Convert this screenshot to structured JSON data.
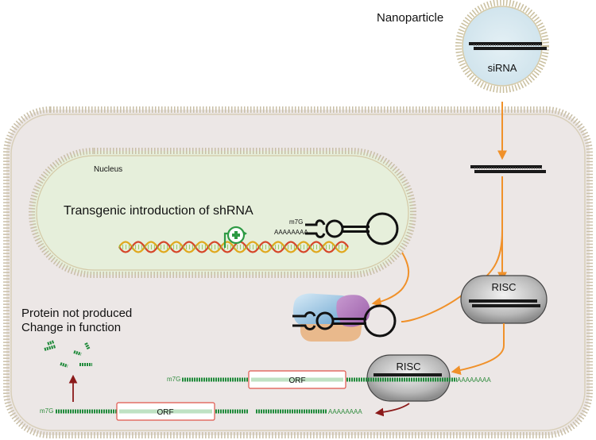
{
  "labels": {
    "nanoparticle": "Nanoparticle",
    "sirna": "siRNA",
    "nucleus": "Nucleus",
    "transgenic": "Transgenic introduction of shRNA",
    "m7g": "m7G",
    "polya": "AAAAAAAA",
    "risc": "RISC",
    "orf": "ORF",
    "protein_line1": "Protein not produced",
    "protein_line2": "Change in function"
  },
  "colors": {
    "arrow_orange": "#f0912a",
    "mrna_green": "#1f8a3a",
    "dark_red_arrow": "#8b1a1a",
    "cell_fill": "#ece7e6",
    "nucleus_fill": "#e6efdb"
  },
  "icons": {
    "promoter": "plus-promoter-icon",
    "dna": "double-helix-icon"
  }
}
